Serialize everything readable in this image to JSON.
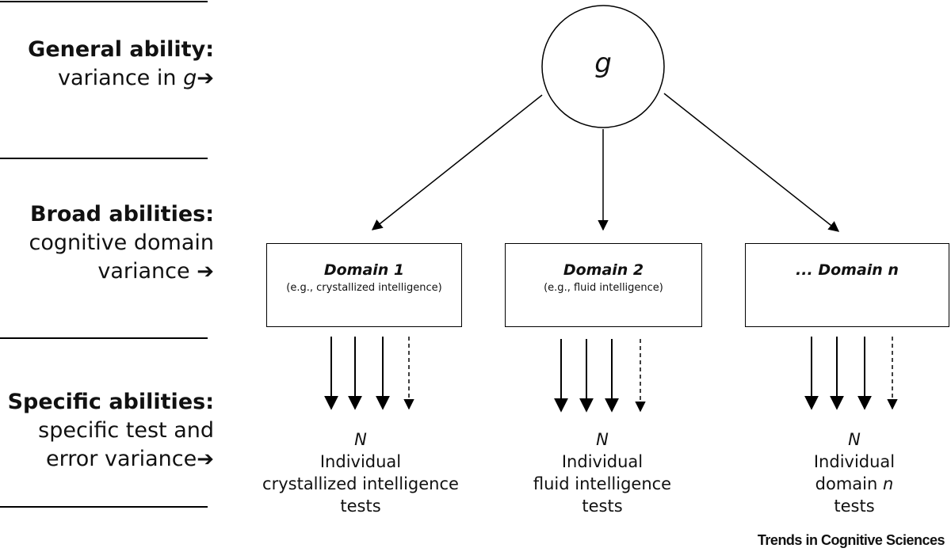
{
  "levels": [
    {
      "title": "General ability:",
      "desc_lines": [
        "variance in "
      ],
      "desc_italic": "g",
      "arrow": "➔"
    },
    {
      "title": "Broad abilities:",
      "desc_lines": [
        "cognitive domain",
        "variance"
      ],
      "arrow": "➔"
    },
    {
      "title": "Specific abilities:",
      "desc_lines": [
        "specific test and",
        "error variance"
      ],
      "arrow": "➔"
    }
  ],
  "g_node": {
    "label": "g"
  },
  "domains": [
    {
      "name": "Domain 1",
      "example": "(e.g., crystallized intelligence)"
    },
    {
      "name": "Domain 2",
      "example": "(e.g., fluid intelligence)"
    },
    {
      "name": "... Domain n",
      "example": ""
    }
  ],
  "tests": [
    {
      "n": "N",
      "line1": "Individual",
      "line2": "crystallized intelligence",
      "line3": "tests"
    },
    {
      "n": "N",
      "line1": "Individual",
      "line2": "fluid intelligence",
      "line3": "tests"
    },
    {
      "n": "N",
      "line1": "Individual",
      "line2": "domain ",
      "line2_italic": "n",
      "line3": "tests"
    }
  ],
  "credit": "Trends in Cognitive Sciences"
}
